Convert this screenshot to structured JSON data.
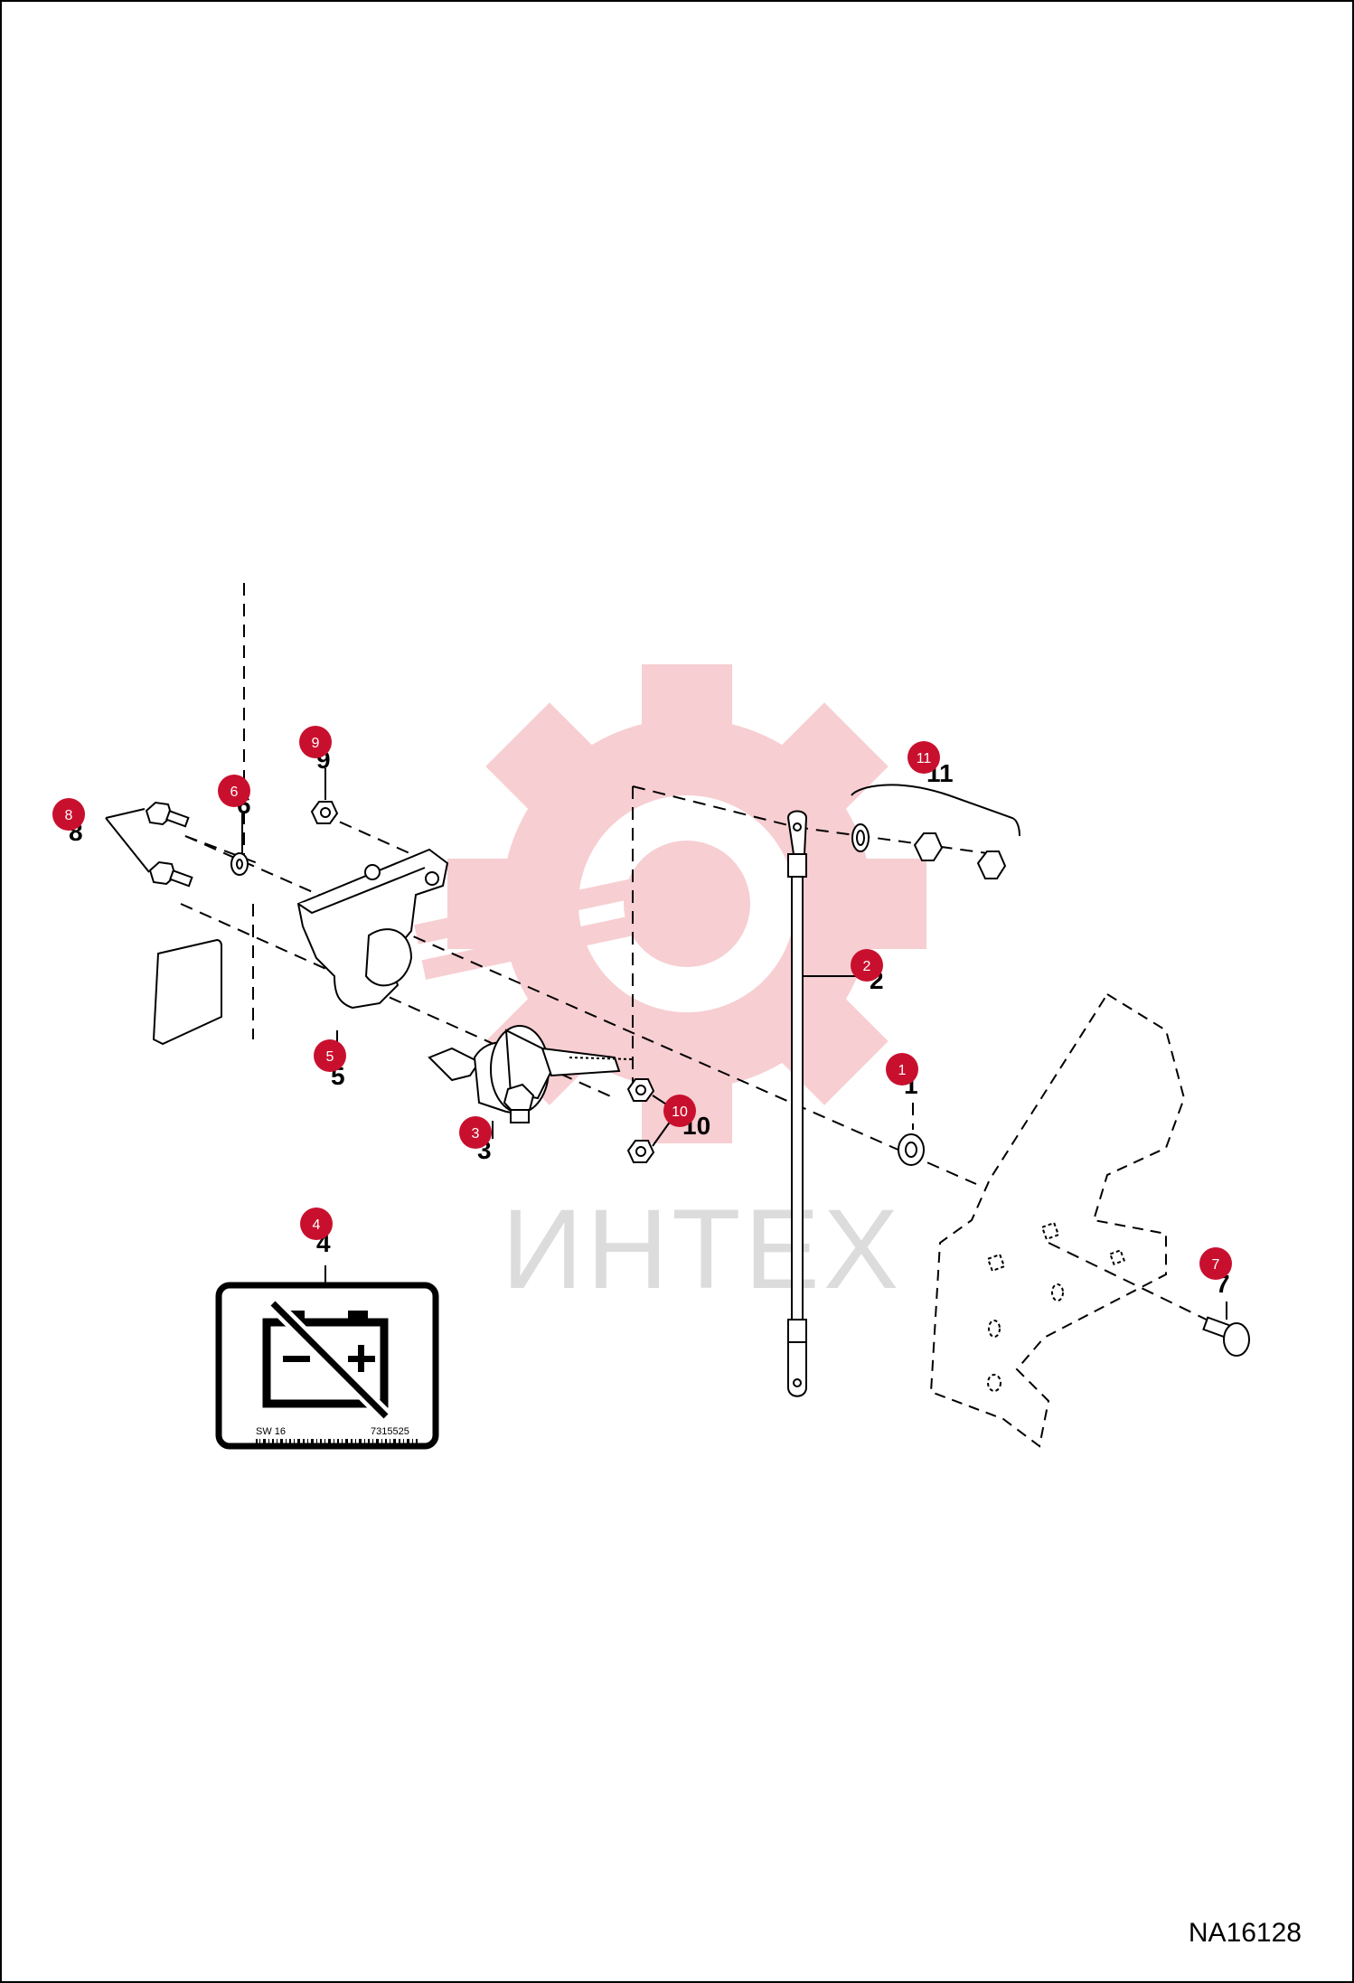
{
  "figure_id": "NA16128",
  "watermark": "ИНТЕХ",
  "callouts": [
    {
      "id": "1",
      "label": "1"
    },
    {
      "id": "2",
      "label": "2"
    },
    {
      "id": "3",
      "label": "3"
    },
    {
      "id": "4",
      "label": "4"
    },
    {
      "id": "5",
      "label": "5"
    },
    {
      "id": "6",
      "label": "6"
    },
    {
      "id": "7",
      "label": "7"
    },
    {
      "id": "8",
      "label": "8"
    },
    {
      "id": "9",
      "label": "9"
    },
    {
      "id": "10",
      "label": "10"
    },
    {
      "id": "11",
      "label": "11"
    }
  ],
  "decal": {
    "left_code": "SW 16",
    "right_code": "7315525"
  },
  "colors": {
    "callout_red": "#c8102e",
    "watermark_pink": "#f6c9cd",
    "line": "#000000"
  }
}
